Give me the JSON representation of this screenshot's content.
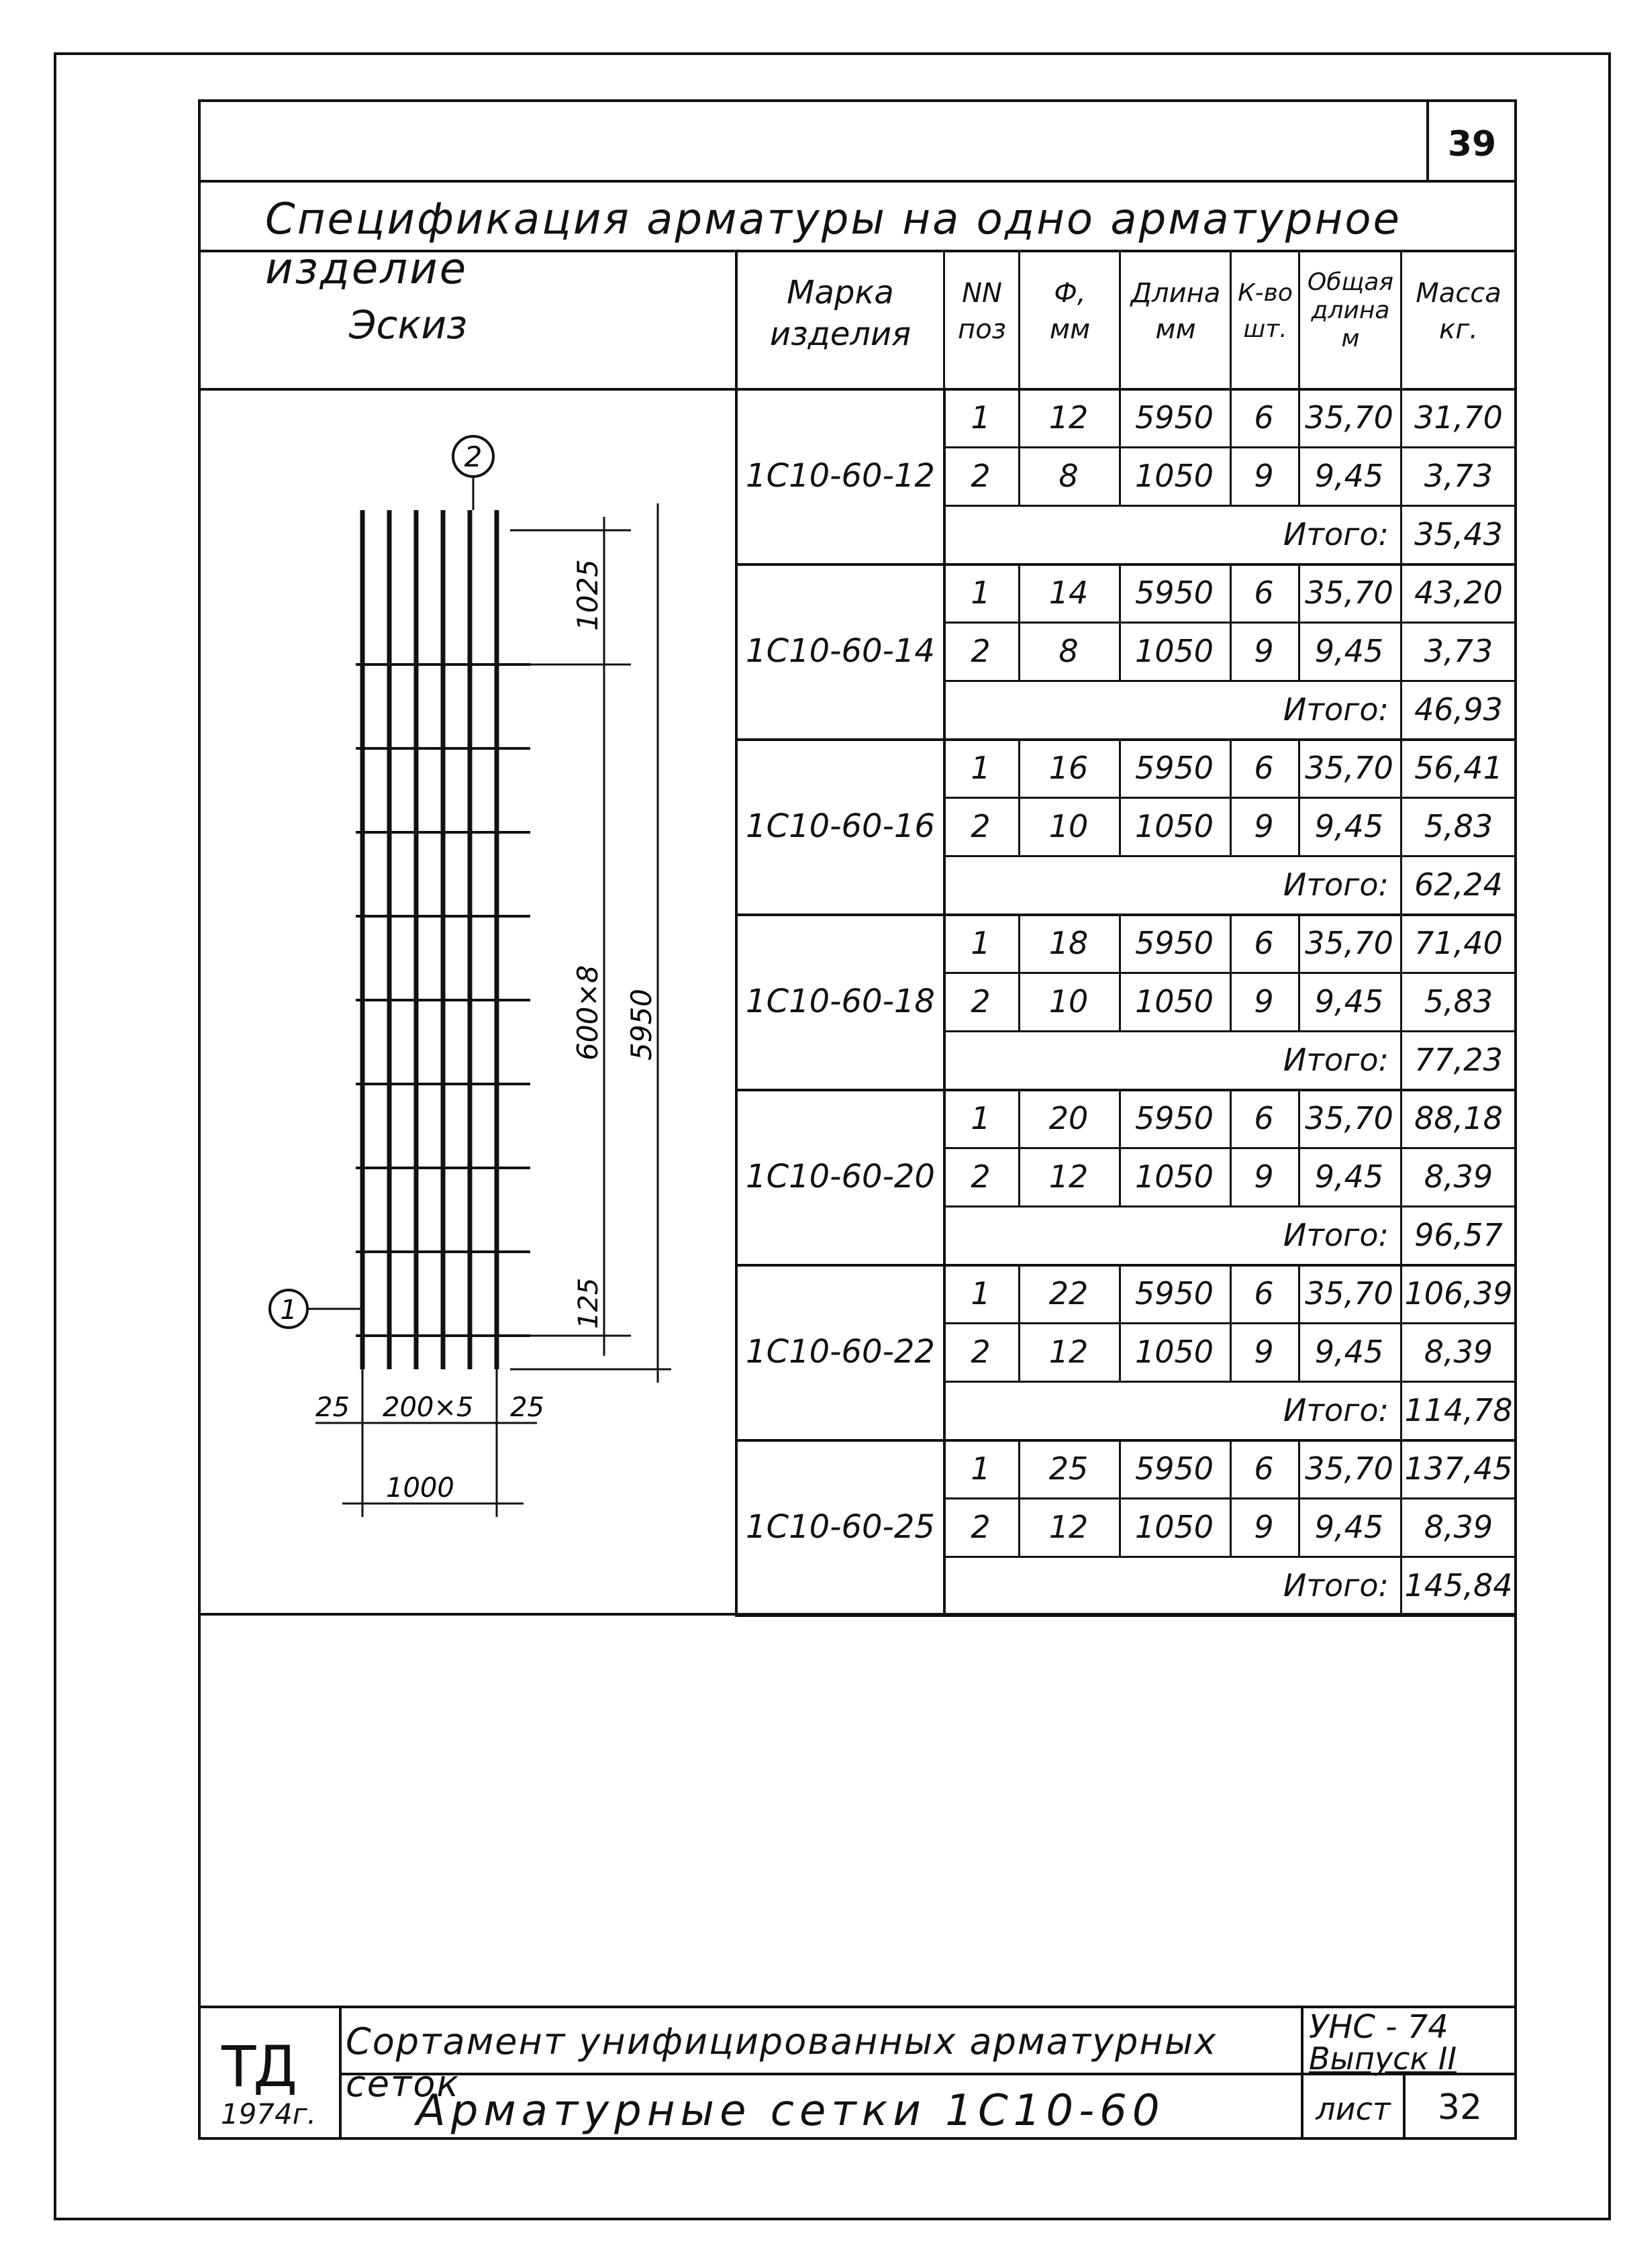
{
  "page_number": "39",
  "title": "Спецификация арматуры на одно арматурное изделие",
  "headers": {
    "sketch": "Эскиз",
    "mark_line1": "Марка",
    "mark_line2": "изделия",
    "pos_line1": "NN",
    "pos_line2": "поз",
    "dia_line1": "Ф,",
    "dia_line2": "мм",
    "len_line1": "Длина",
    "len_line2": "мм",
    "qty_line1": "К-во",
    "qty_line2": "шт.",
    "total_len_line1": "Общая",
    "total_len_line2": "длина",
    "total_len_line3": "м",
    "mass_line1": "Масса",
    "mass_line2": "кг."
  },
  "total_label": "Итого:",
  "groups": [
    {
      "mark": "1С10-60-12",
      "rows": [
        {
          "pos": "1",
          "dia": "12",
          "len": "5950",
          "qty": "6",
          "tlen": "35,70",
          "mass": "31,70"
        },
        {
          "pos": "2",
          "dia": "8",
          "len": "1050",
          "qty": "9",
          "tlen": "9,45",
          "mass": "3,73"
        }
      ],
      "total": "35,43"
    },
    {
      "mark": "1С10-60-14",
      "rows": [
        {
          "pos": "1",
          "dia": "14",
          "len": "5950",
          "qty": "6",
          "tlen": "35,70",
          "mass": "43,20"
        },
        {
          "pos": "2",
          "dia": "8",
          "len": "1050",
          "qty": "9",
          "tlen": "9,45",
          "mass": "3,73"
        }
      ],
      "total": "46,93"
    },
    {
      "mark": "1С10-60-16",
      "rows": [
        {
          "pos": "1",
          "dia": "16",
          "len": "5950",
          "qty": "6",
          "tlen": "35,70",
          "mass": "56,41"
        },
        {
          "pos": "2",
          "dia": "10",
          "len": "1050",
          "qty": "9",
          "tlen": "9,45",
          "mass": "5,83"
        }
      ],
      "total": "62,24"
    },
    {
      "mark": "1С10-60-18",
      "rows": [
        {
          "pos": "1",
          "dia": "18",
          "len": "5950",
          "qty": "6",
          "tlen": "35,70",
          "mass": "71,40"
        },
        {
          "pos": "2",
          "dia": "10",
          "len": "1050",
          "qty": "9",
          "tlen": "9,45",
          "mass": "5,83"
        }
      ],
      "total": "77,23"
    },
    {
      "mark": "1С10-60-20",
      "rows": [
        {
          "pos": "1",
          "dia": "20",
          "len": "5950",
          "qty": "6",
          "tlen": "35,70",
          "mass": "88,18"
        },
        {
          "pos": "2",
          "dia": "12",
          "len": "1050",
          "qty": "9",
          "tlen": "9,45",
          "mass": "8,39"
        }
      ],
      "total": "96,57"
    },
    {
      "mark": "1С10-60-22",
      "rows": [
        {
          "pos": "1",
          "dia": "22",
          "len": "5950",
          "qty": "6",
          "tlen": "35,70",
          "mass": "106,39"
        },
        {
          "pos": "2",
          "dia": "12",
          "len": "1050",
          "qty": "9",
          "tlen": "9,45",
          "mass": "8,39"
        }
      ],
      "total": "114,78"
    },
    {
      "mark": "1С10-60-25",
      "rows": [
        {
          "pos": "1",
          "dia": "25",
          "len": "5950",
          "qty": "6",
          "tlen": "35,70",
          "mass": "137,45"
        },
        {
          "pos": "2",
          "dia": "12",
          "len": "1050",
          "qty": "9",
          "tlen": "9,45",
          "mass": "8,39"
        }
      ],
      "total": "145,84"
    }
  ],
  "sketch": {
    "callout_top": "2",
    "callout_left": "1",
    "dim_1025": "1025",
    "dim_600x8": "600×8",
    "dim_5950": "5950",
    "dim_125": "125",
    "dim_25_left": "25",
    "dim_200x5": "200×5",
    "dim_25_right": "25",
    "dim_1000": "1000"
  },
  "title_block": {
    "logo": "ТД",
    "year": "1974г.",
    "series_name": "Сортамент унифицированных арматурных сеток",
    "series_code": "УНС - 74",
    "issue": "Выпуск II",
    "sheet_title": "Арматурные сетки 1С10-60",
    "sheet_label": "лист",
    "sheet_number": "32"
  }
}
